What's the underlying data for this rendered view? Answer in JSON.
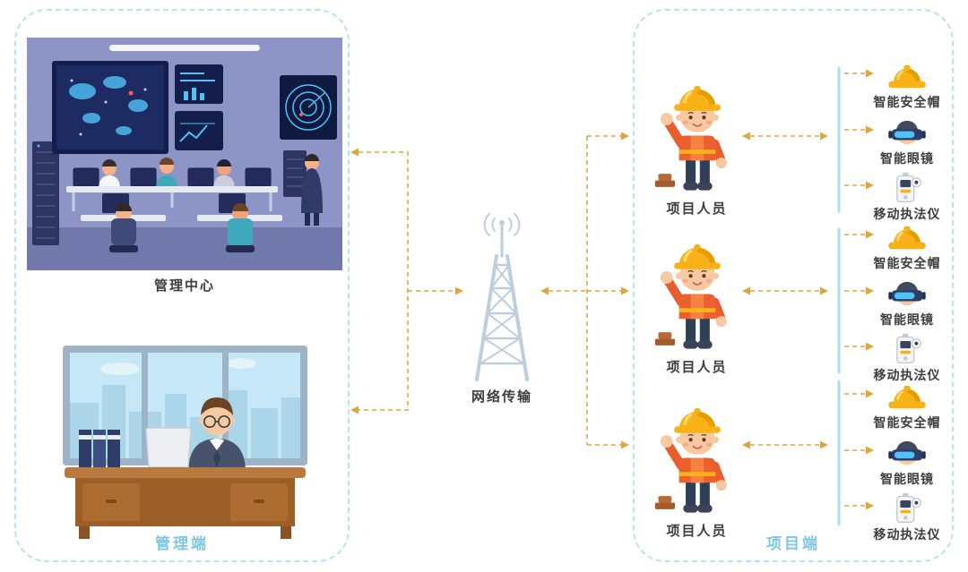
{
  "left_panel": {
    "label": "管理端",
    "management_center": {
      "caption": "管理中心"
    }
  },
  "network": {
    "caption": "网络传输"
  },
  "right_panel": {
    "label": "项目端",
    "groups": [
      {
        "worker_caption": "项目人员",
        "devices": [
          {
            "name": "智能安全帽",
            "icon": "safety-helmet-icon"
          },
          {
            "name": "智能眼镜",
            "icon": "smart-glasses-icon"
          },
          {
            "name": "移动执法仪",
            "icon": "mobile-enforcement-camera-icon"
          }
        ]
      },
      {
        "worker_caption": "项目人员",
        "devices": [
          {
            "name": "智能安全帽",
            "icon": "safety-helmet-icon"
          },
          {
            "name": "智能眼镜",
            "icon": "smart-glasses-icon"
          },
          {
            "name": "移动执法仪",
            "icon": "mobile-enforcement-camera-icon"
          }
        ]
      },
      {
        "worker_caption": "项目人员",
        "devices": [
          {
            "name": "智能安全帽",
            "icon": "safety-helmet-icon"
          },
          {
            "name": "智能眼镜",
            "icon": "smart-glasses-icon"
          },
          {
            "name": "移动执法仪",
            "icon": "mobile-enforcement-camera-icon"
          }
        ]
      }
    ]
  },
  "colors": {
    "panel_border": "#B5E2F5",
    "panel_label_text": "#7FC6E6",
    "caption_text": "#3D3D3D",
    "arrow": "#DFA63C",
    "device_bracket": "#ABDCEF"
  }
}
